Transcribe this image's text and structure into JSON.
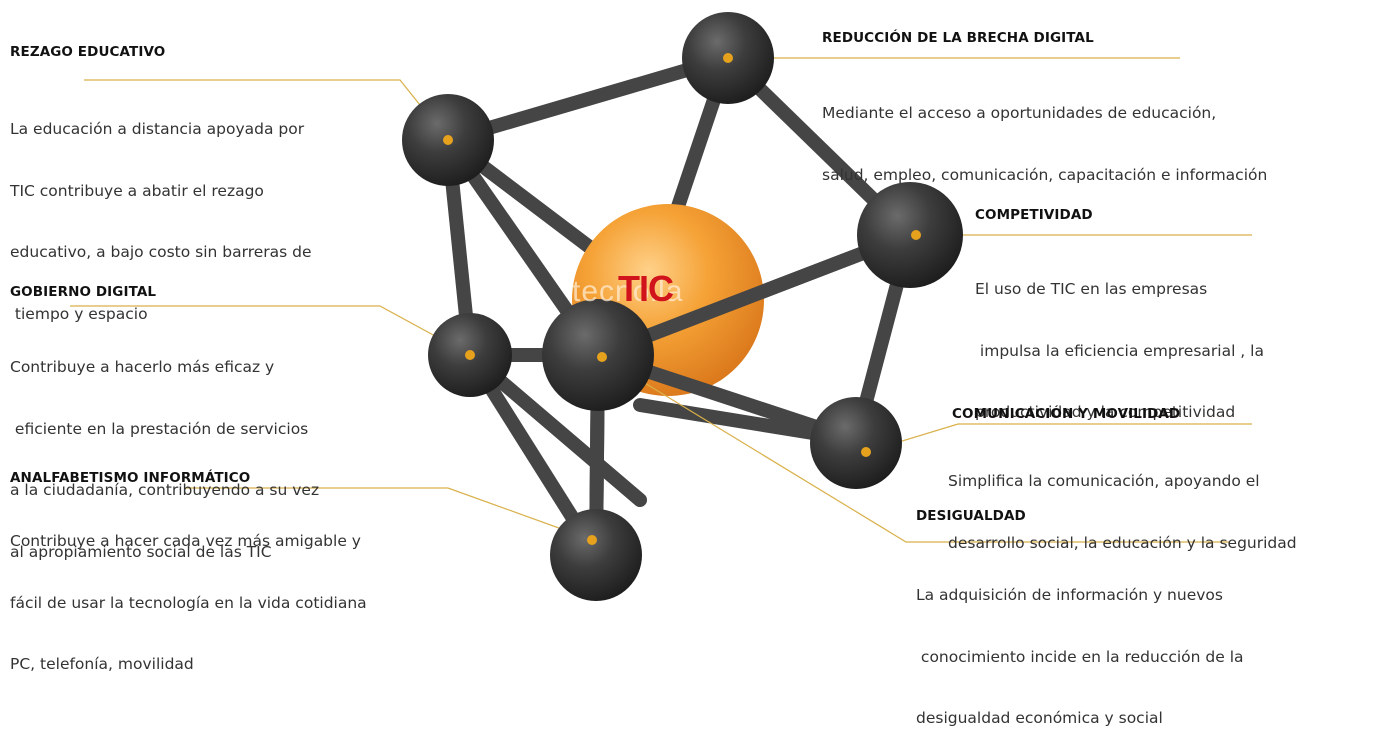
{
  "center": {
    "label": "TIC",
    "watermark": "tecnolla"
  },
  "colors": {
    "node": "#3a3a3a",
    "rod": "#4a4a4a",
    "center": "#f39a2b",
    "leader": "#d9b04a",
    "dot": "#e7a21d",
    "label_accent": "#d1131b"
  },
  "nodes": [
    {
      "id": "rezago",
      "title": "REZAGO EDUCATIVO",
      "lines": [
        "La educación a distancia apoyada por",
        "TIC contribuye a abatir el rezago",
        "educativo, a bajo costo sin barreras de",
        " tiempo y espacio"
      ]
    },
    {
      "id": "brecha",
      "title": "REDUCCIÓN DE LA BRECHA DIGITAL",
      "lines": [
        "Mediante el acceso a oportunidades de educación,",
        "salud, empleo, comunicación, capacitación e información"
      ]
    },
    {
      "id": "competitividad",
      "title": "COMPETIVIDAD",
      "lines": [
        "El uso de TIC en las empresas",
        " impulsa la eficiencia empresarial , la",
        "productividad y la competitividad"
      ]
    },
    {
      "id": "gobierno",
      "title": "GOBIERNO DIGITAL",
      "lines": [
        "Contribuye a hacerlo más eficaz y",
        " eficiente en la prestación de servicios",
        "a la ciudadanía, contribuyendo a su vez",
        "al apropiamiento social de las TIC"
      ]
    },
    {
      "id": "comunicacion",
      "title": "COMUNICACIÓN Y MOVILIDAD",
      "lines": [
        "Simplifica la comunicación, apoyando el",
        "desarrollo social, la educación y la seguridad"
      ]
    },
    {
      "id": "analfabetismo",
      "title": "ANALFABETISMO INFORMÁTICO",
      "lines": [
        "Contribuye a hacer cada vez más amigable y",
        "fácil de usar la tecnología en la vida cotidiana",
        "PC, telefonía, movilidad"
      ]
    },
    {
      "id": "desigualdad",
      "title": "DESIGUALDAD",
      "lines": [
        "La adquisición de información y nuevos",
        " conocimiento incide en la reducción de la",
        "desigualdad económica y social"
      ]
    }
  ]
}
